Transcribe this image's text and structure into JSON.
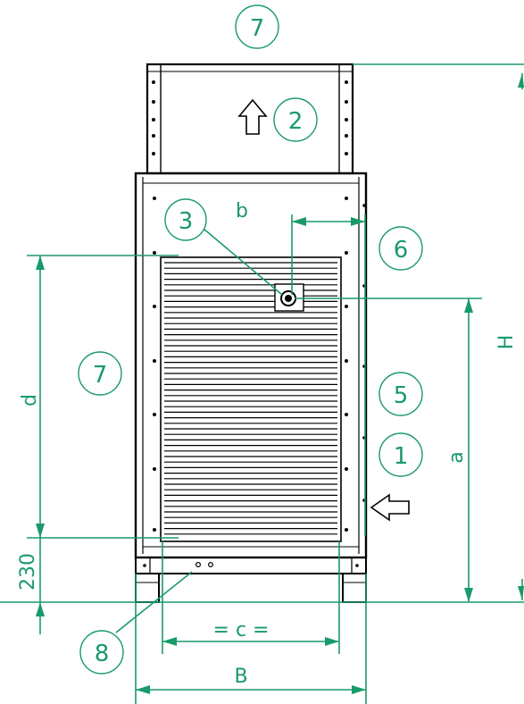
{
  "callouts": {
    "c7_top": "7",
    "c2": "2",
    "c3": "3",
    "c6": "6",
    "c7_left": "7",
    "c5": "5",
    "c1": "1",
    "c8": "8"
  },
  "dimensions": {
    "b": "b",
    "d": "d",
    "H": "H",
    "a": "a",
    "h230": "230",
    "c": "= c =",
    "B": "B"
  },
  "colors": {
    "dimension": "#1a9a6a",
    "outline": "#000000"
  }
}
